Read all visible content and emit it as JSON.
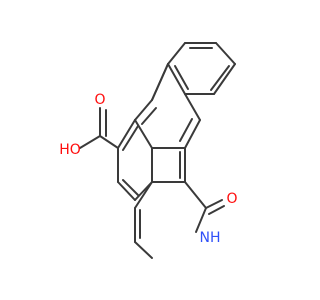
{
  "atoms": {
    "o_carbonyl": "O",
    "nh": "NH",
    "o_acid_dbl": "O",
    "ho_acid": "HO"
  },
  "colors": {
    "bond": "#3a3a3a",
    "oxygen": "#ff0d0d",
    "nitrogen": "#3050f8",
    "hydrogen_label": "#3050f8"
  }
}
